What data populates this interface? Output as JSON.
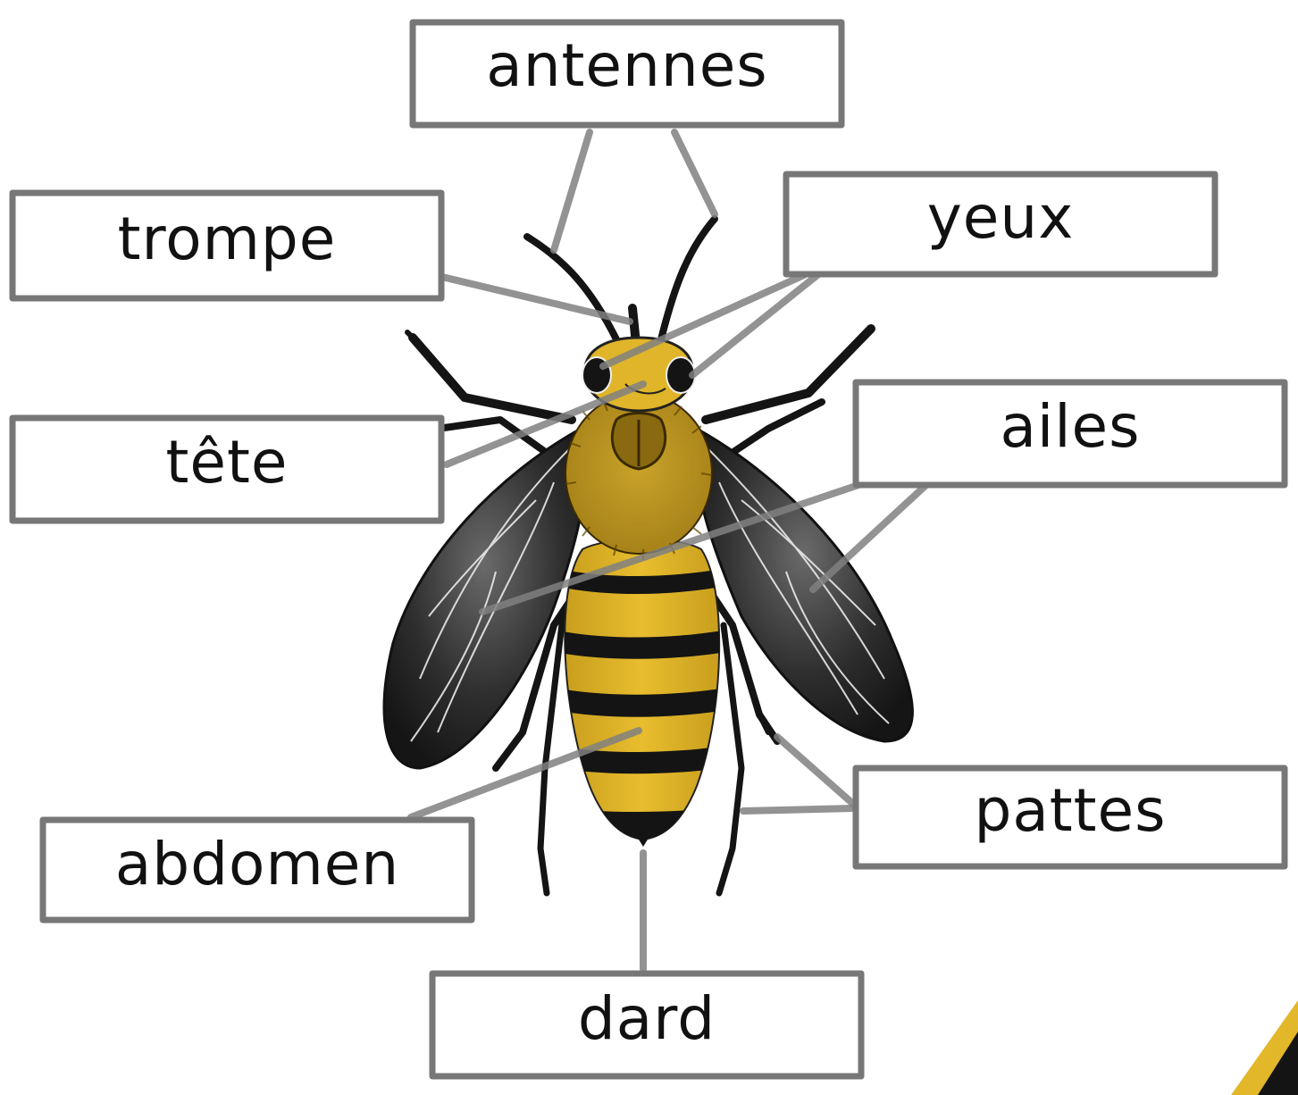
{
  "diagram": {
    "labels": {
      "antennes": "antennes",
      "trompe": "trompe",
      "yeux": "yeux",
      "tete": "tête",
      "ailes": "ailes",
      "abdomen": "abdomen",
      "pattes": "pattes",
      "dard": "dard"
    }
  },
  "colors": {
    "body_yellow": "#e2b72a",
    "stripe_black": "#141414",
    "wing_dark": "#2c2c2c",
    "label_border": "#777777",
    "leader_line": "#808080"
  }
}
